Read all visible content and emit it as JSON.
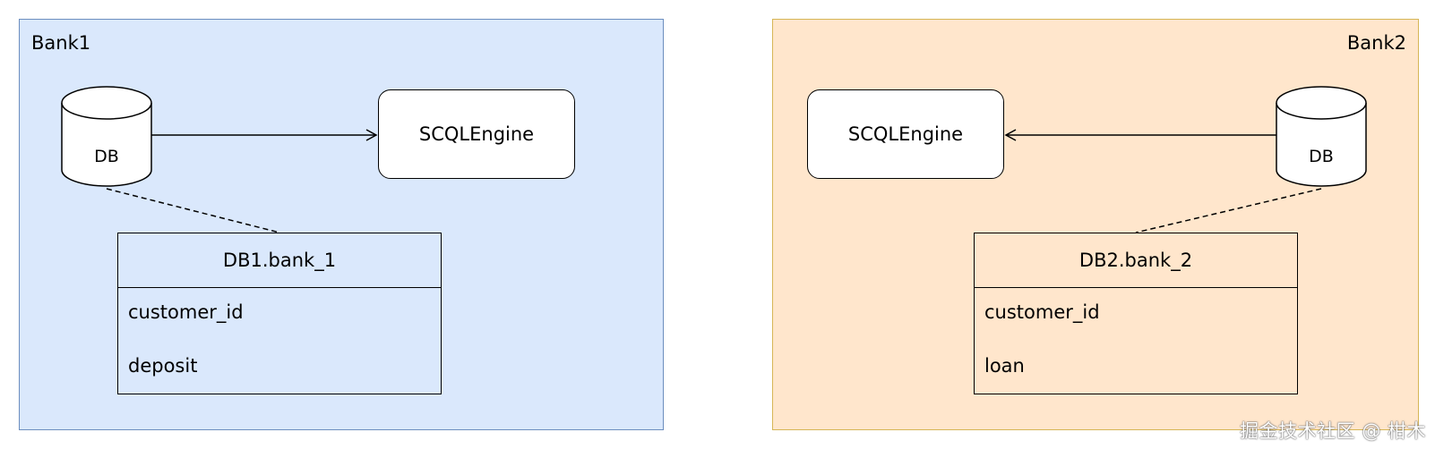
{
  "diagram": {
    "left_panel": {
      "title": "Bank1",
      "db_label": "DB",
      "engine_label": "SCQLEngine",
      "table": {
        "name": "DB1.bank_1",
        "fields": [
          "customer_id",
          "deposit"
        ]
      }
    },
    "right_panel": {
      "title": "Bank2",
      "db_label": "DB",
      "engine_label": "SCQLEngine",
      "table": {
        "name": "DB2.bank_2",
        "fields": [
          "customer_id",
          "loan"
        ]
      }
    },
    "watermark": "掘金技术社区 @ 柑木"
  },
  "colors": {
    "left_fill": "#dae8fc",
    "left_stroke": "#6c8ebf",
    "right_fill": "#ffe6cc",
    "right_stroke": "#d6b656"
  }
}
